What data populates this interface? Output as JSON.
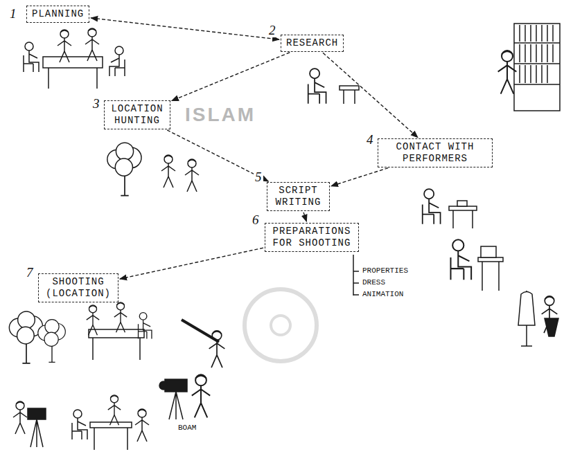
{
  "diagram": {
    "nodes": [
      {
        "text": [
          "PLANNING"
        ]
      },
      {
        "text": [
          "RESEARCH"
        ]
      },
      {
        "text": [
          "LOCATION HUNTING"
        ]
      },
      {
        "text": [
          "CONTACT WITH PERFORMERS"
        ]
      },
      {
        "text": [
          "SCRIPT WRITING"
        ]
      },
      {
        "text": [
          "PREPARATIONS FOR SHOOTING"
        ]
      },
      {
        "text": [
          "SHOOTING (LOCATION)"
        ]
      }
    ],
    "edges": [
      {
        "from": 0,
        "to": 1,
        "arrow": "both"
      },
      {
        "from": 1,
        "to": 2,
        "arrow": "to"
      },
      {
        "from": 1,
        "to": 3,
        "arrow": "to"
      },
      {
        "from": 2,
        "to": 4,
        "arrow": "to"
      },
      {
        "from": 3,
        "to": 4,
        "arrow": "to"
      },
      {
        "from": 4,
        "to": 5,
        "arrow": "to"
      },
      {
        "from": 5,
        "to": 6,
        "arrow": "to"
      }
    ],
    "labels": [
      "1",
      "2",
      "3",
      "4",
      "5",
      "6",
      "7",
      "PROPERTIES",
      "DRESS",
      "ANIMATION",
      "BOAM",
      "ISLAM"
    ]
  }
}
